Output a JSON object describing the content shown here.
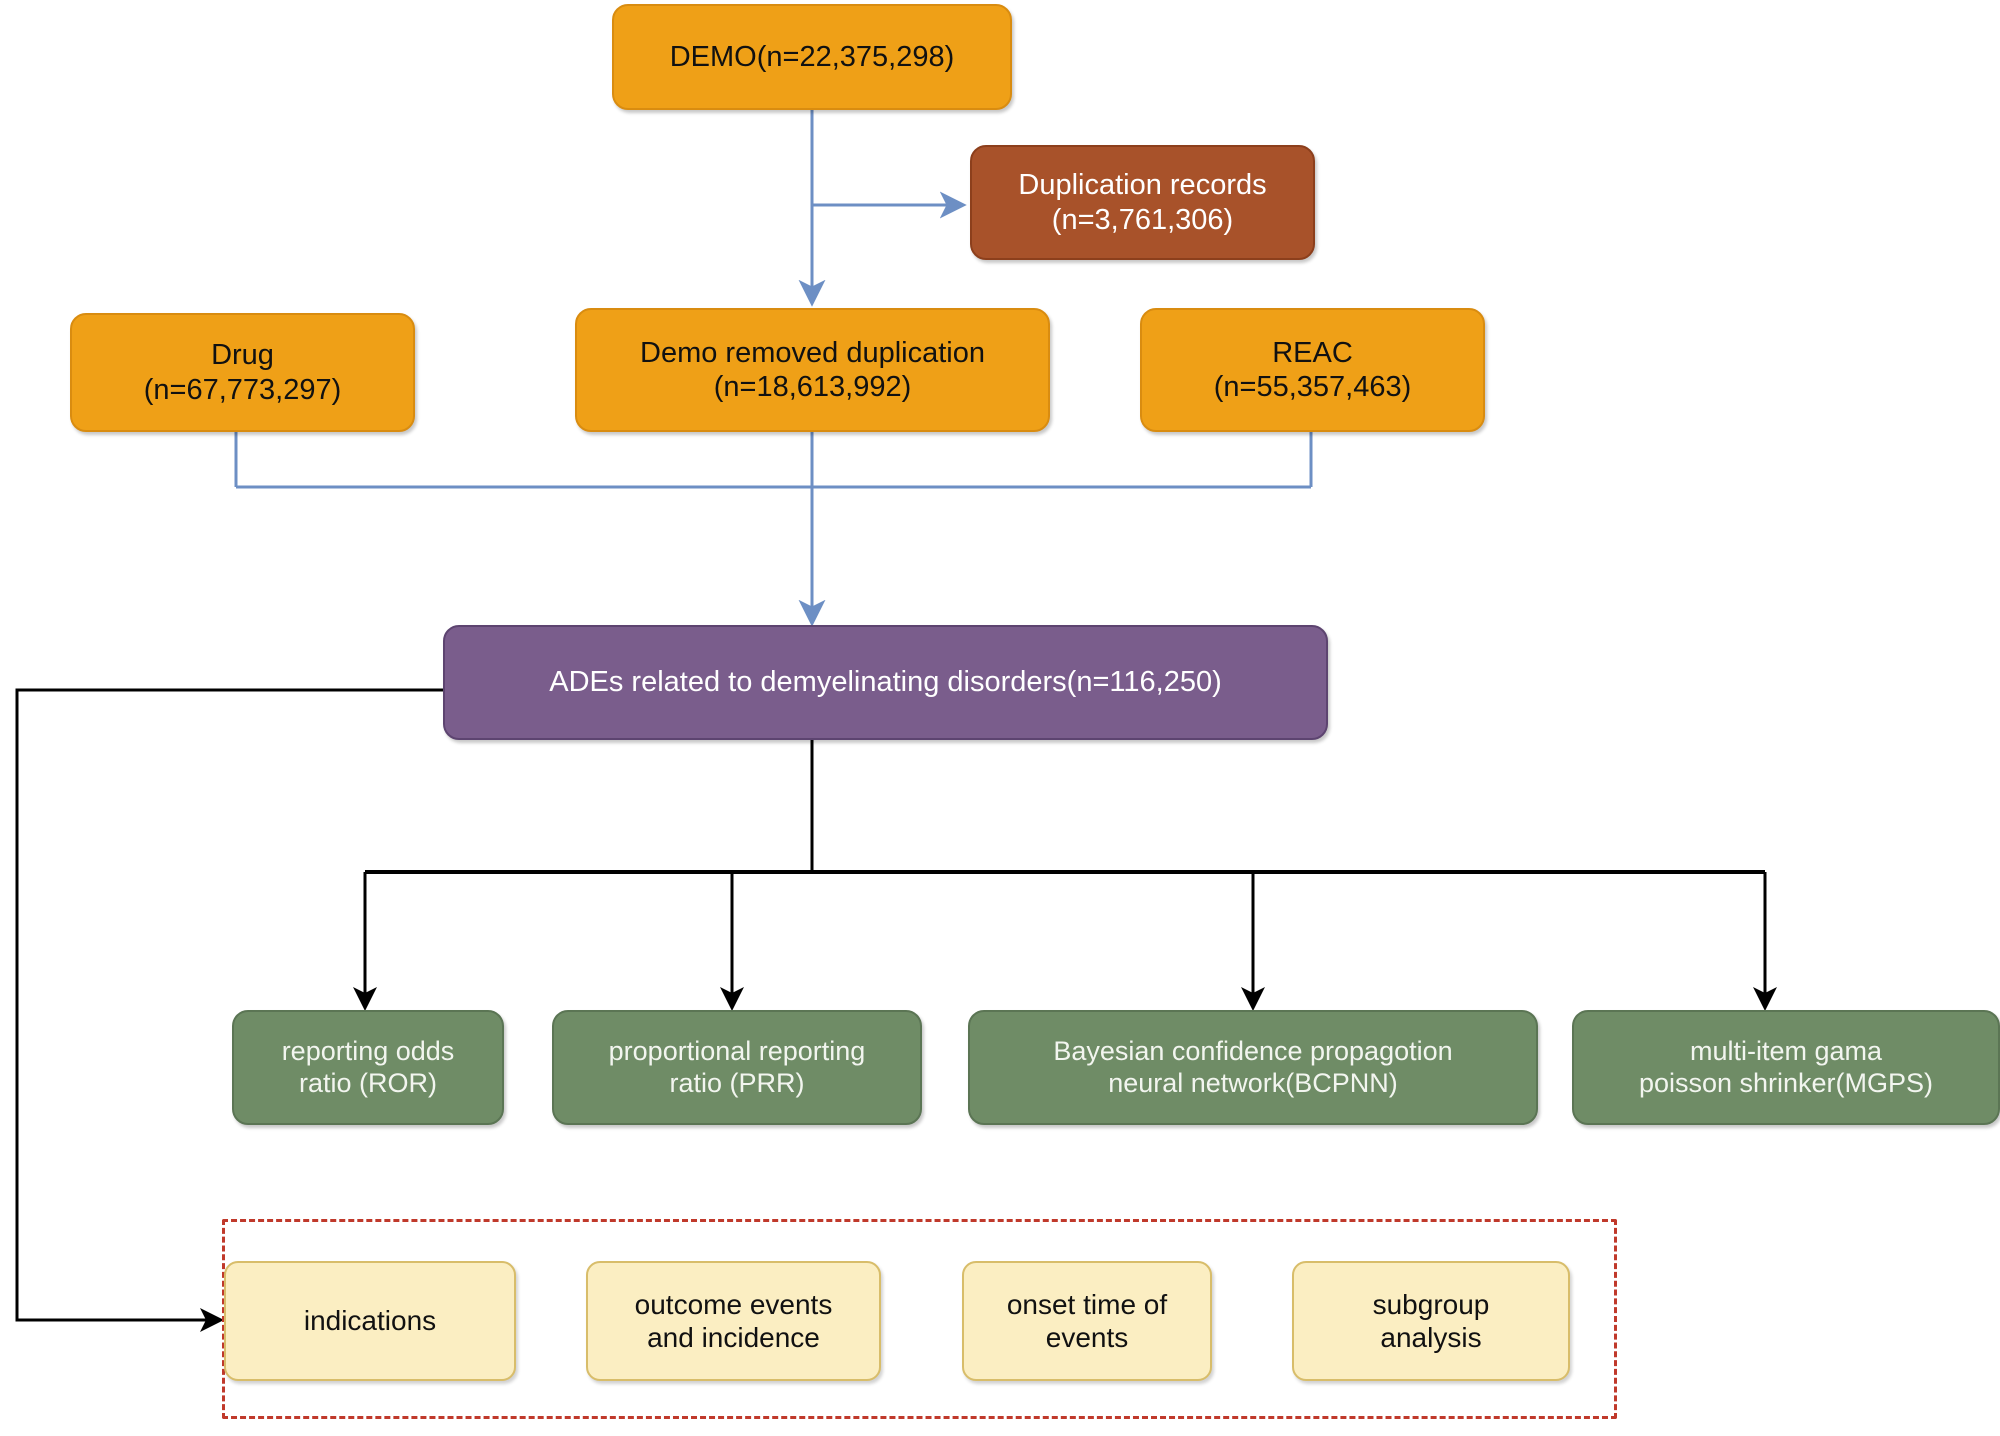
{
  "diagram": {
    "title": "FAERS demyelinating disorders data-processing flowchart",
    "colors": {
      "orange_fill": "#efa017",
      "brown_fill": "#a8522a",
      "purple_fill": "#7a5d8c",
      "green_fill": "#6f8c66",
      "cream_fill": "#fbeec2",
      "blue_connector": "#6d8fc4",
      "black_connector": "#000000",
      "dashed_region": "#c0392b"
    },
    "nodes": {
      "demo": "DEMO(n=22,375,298)",
      "duplication_records": "Duplication records\n(n=3,761,306)",
      "drug": "Drug\n(n=67,773,297)",
      "demo_removed_duplication": "Demo removed duplication\n(n=18,613,992)",
      "reac": "REAC\n(n=55,357,463)",
      "ades": "ADEs related to demyelinating disorders(n=116,250)",
      "ror": "reporting odds\nratio (ROR)",
      "prr": "proportional reporting\nratio (PRR)",
      "bcpnn": "Bayesian confidence propagotion\nneural network(BCPNN)",
      "mgps": "multi-item gama\npoisson shrinker(MGPS)",
      "indications": "indications",
      "outcome_events": "outcome events\nand incidence",
      "onset_time": "onset time of\nevents",
      "subgroup_analysis": "subgroup\nanalysis"
    }
  }
}
